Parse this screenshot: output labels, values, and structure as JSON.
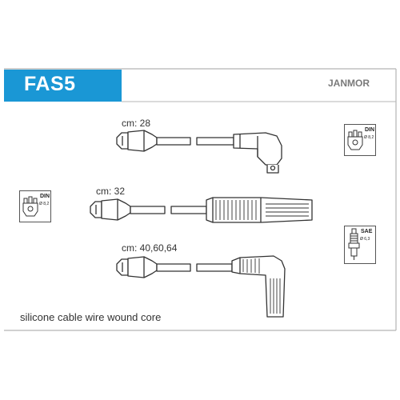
{
  "header": {
    "product_code": "FAS5",
    "brand": "JANMOR"
  },
  "cables": [
    {
      "length_label": "cm: 28",
      "end": "angled"
    },
    {
      "length_label": "cm: 32",
      "end": "straight"
    },
    {
      "length_label": "cm: 40,60,64",
      "end": "angled-long"
    }
  ],
  "standards": {
    "top_right": {
      "label": "DIN",
      "size": "Ø 8,2"
    },
    "left": {
      "label": "DIN",
      "size": "Ø 8,2"
    },
    "bottom_right": {
      "label": "SAE",
      "size": "Ø 6,3"
    }
  },
  "footer": {
    "note": "silicone cable wire wound core"
  },
  "colors": {
    "header_blue": "#1a97d5",
    "frame_gray": "#b5b5b5",
    "line_dark": "#333333"
  }
}
